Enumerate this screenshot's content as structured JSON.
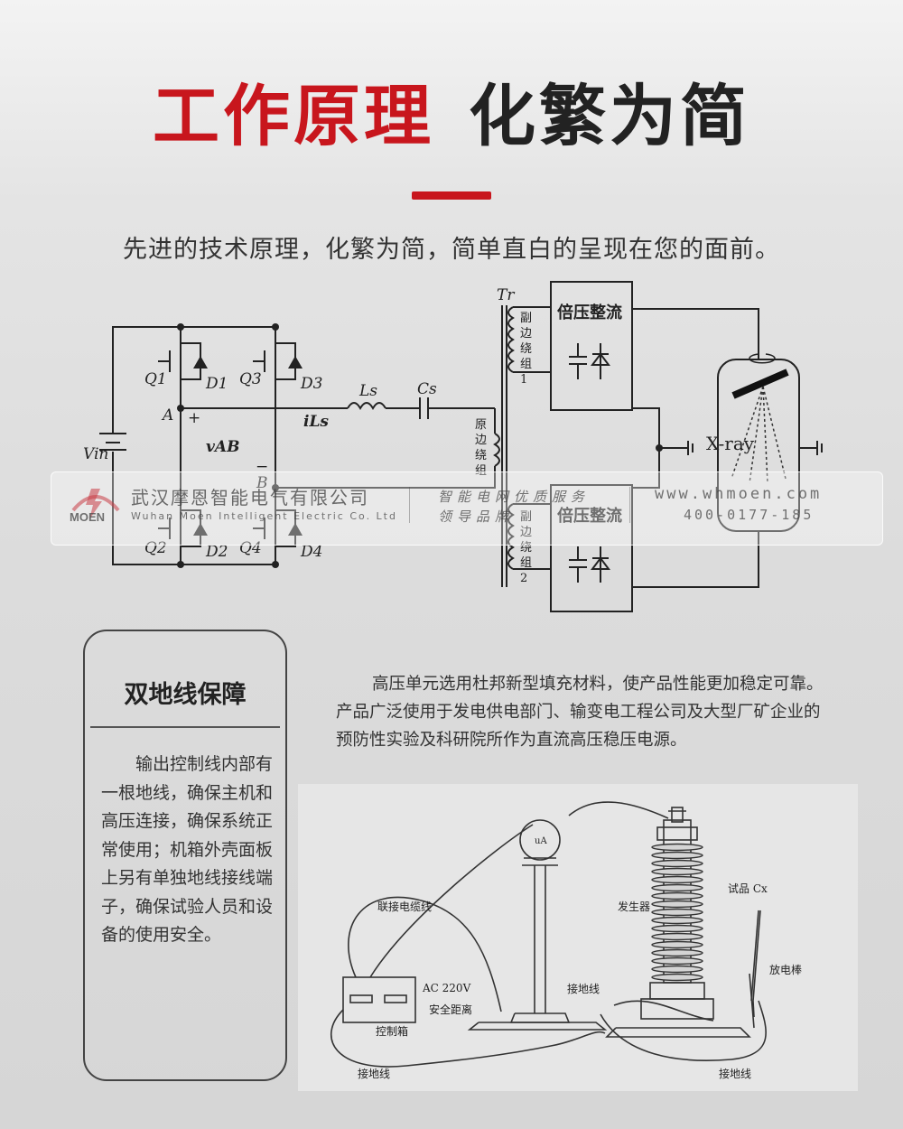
{
  "header": {
    "title_red": "工作原理",
    "title_dark": "化繁为简",
    "subtitle": "先进的技术原理，化繁为简，简单直白的呈现在您的面前。"
  },
  "circuit": {
    "labels": {
      "q1": "Q1",
      "q2": "Q2",
      "q3": "Q3",
      "q4": "Q4",
      "d1": "D1",
      "d2": "D2",
      "d3": "D3",
      "d4": "D4",
      "a": "A",
      "b": "B",
      "plus": "+",
      "minus": "−",
      "vab": "vAB",
      "vin": "Vin",
      "ls": "Ls",
      "cs": "Cs",
      "ils": "iLs",
      "tr": "Tr",
      "primary": "原\n边\n绕\n组",
      "secondary1": "副\n边\n绕\n组\n1",
      "secondary2": "副\n边\n绕\n组\n2",
      "doubler1": "倍压整流",
      "doubler2": "倍压整流",
      "xray": "X-ray"
    }
  },
  "watermark": {
    "logo_text": "MOEN",
    "company_cn": "武汉摩恩智能电气有限公司",
    "company_en": "Wuhan Moen Intelligent Electric Co. Ltd",
    "slogan1": "智能电网优质服务",
    "slogan2": "领导品牌",
    "url": "www.whmoen.com",
    "phone": "400-0177-185"
  },
  "card": {
    "title": "双地线保障",
    "body": "输出控制线内部有一根地线，确保主机和高压连接，确保系统正常使用；机箱外壳面板上另有单独地线接线端子，确保试验人员和设备的使用安全。"
  },
  "description": "高压单元选用杜邦新型填充材料，使产品性能更加稳定可靠。产品广泛使用于发电供电部门、输变电工程公司及大型厂矿企业的预防性实验及科研院所作为直流高压稳压电源。",
  "equipment": {
    "labels": {
      "cable": "联接电缆线",
      "ac": "AC  220V",
      "safety": "安全距离",
      "control": "控制箱",
      "ground_center": "接地线",
      "ground_left": "接地线",
      "ground_right": "接地线",
      "generator": "发生器",
      "specimen": "试品 Cx",
      "rod": "放电棒",
      "meter": "uA"
    }
  }
}
